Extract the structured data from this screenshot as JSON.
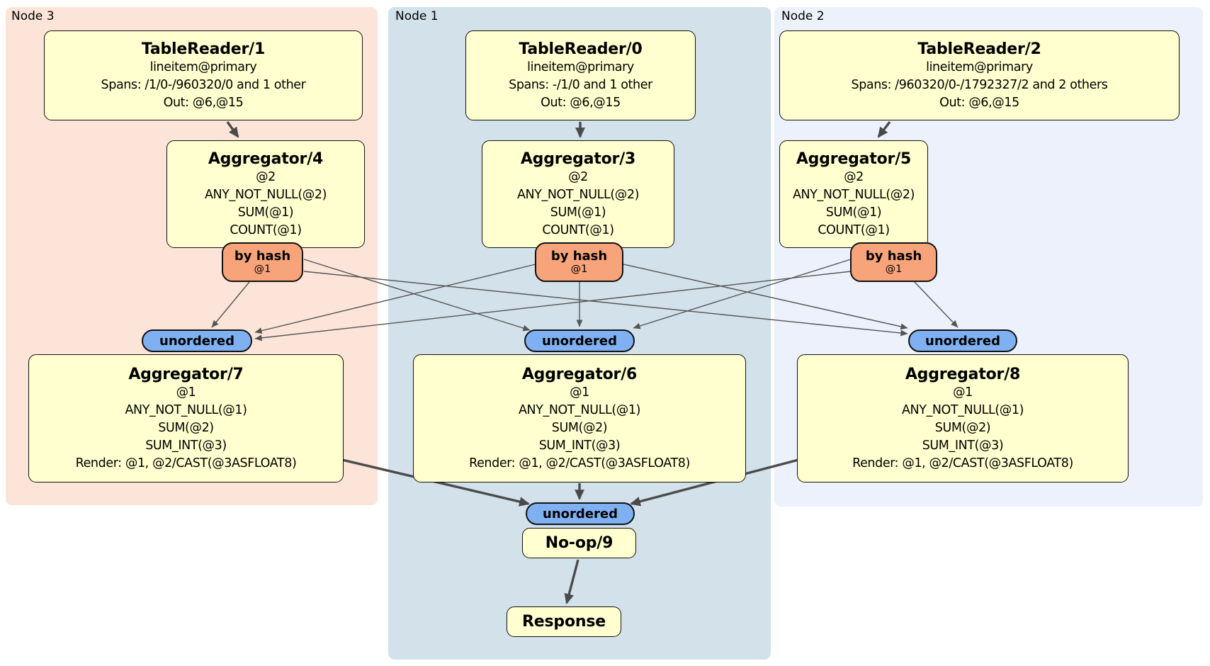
{
  "regions": {
    "node3": {
      "label": "Node 3"
    },
    "node1": {
      "label": "Node 1"
    },
    "node2": {
      "label": "Node 2"
    }
  },
  "processors": {
    "tablereader1": {
      "title": "TableReader/1",
      "lines": [
        "lineitem@primary",
        "Spans: /1/0-/960320/0 and 1 other",
        "Out: @6,@15"
      ]
    },
    "tablereader0": {
      "title": "TableReader/0",
      "lines": [
        "lineitem@primary",
        "Spans: -/1/0 and 1 other",
        "Out: @6,@15"
      ]
    },
    "tablereader2": {
      "title": "TableReader/2",
      "lines": [
        "lineitem@primary",
        "Spans: /960320/0-/1792327/2 and 2 others",
        "Out: @6,@15"
      ]
    },
    "aggregator4": {
      "title": "Aggregator/4",
      "lines": [
        "@2",
        "ANY_NOT_NULL(@2)",
        "SUM(@1)",
        "COUNT(@1)"
      ]
    },
    "aggregator3": {
      "title": "Aggregator/3",
      "lines": [
        "@2",
        "ANY_NOT_NULL(@2)",
        "SUM(@1)",
        "COUNT(@1)"
      ]
    },
    "aggregator5": {
      "title": "Aggregator/5",
      "lines": [
        "@2",
        "ANY_NOT_NULL(@2)",
        "SUM(@1)",
        "COUNT(@1)"
      ]
    },
    "aggregator7": {
      "title": "Aggregator/7",
      "lines": [
        "@1",
        "ANY_NOT_NULL(@1)",
        "SUM(@2)",
        "SUM_INT(@3)",
        "Render: @1, @2/CAST(@3ASFLOAT8)"
      ]
    },
    "aggregator6": {
      "title": "Aggregator/6",
      "lines": [
        "@1",
        "ANY_NOT_NULL(@1)",
        "SUM(@2)",
        "SUM_INT(@3)",
        "Render: @1, @2/CAST(@3ASFLOAT8)"
      ]
    },
    "aggregator8": {
      "title": "Aggregator/8",
      "lines": [
        "@1",
        "ANY_NOT_NULL(@1)",
        "SUM(@2)",
        "SUM_INT(@3)",
        "Render: @1, @2/CAST(@3ASFLOAT8)"
      ]
    },
    "noop9": {
      "title": "No-op/9"
    },
    "response": {
      "title": "Response"
    }
  },
  "routers": {
    "left": {
      "label": "by hash",
      "detail": "@1"
    },
    "middle": {
      "label": "by hash",
      "detail": "@1"
    },
    "right": {
      "label": "by hash",
      "detail": "@1"
    }
  },
  "synchronizers": {
    "left": {
      "label": "unordered"
    },
    "middle": {
      "label": "unordered"
    },
    "right": {
      "label": "unordered"
    },
    "final": {
      "label": "unordered"
    }
  },
  "colors": {
    "node3_background": "#fce4d8",
    "node1_background": "#d3e1eb",
    "node2_background": "#ecf1fb",
    "processor_fill": "#ffffcf",
    "router_fill": "#f7a47a",
    "synchronizer_fill": "#7fb1f2",
    "edge_thin": "#555555",
    "edge_thick": "#4a4a4a",
    "border": "#111111"
  }
}
